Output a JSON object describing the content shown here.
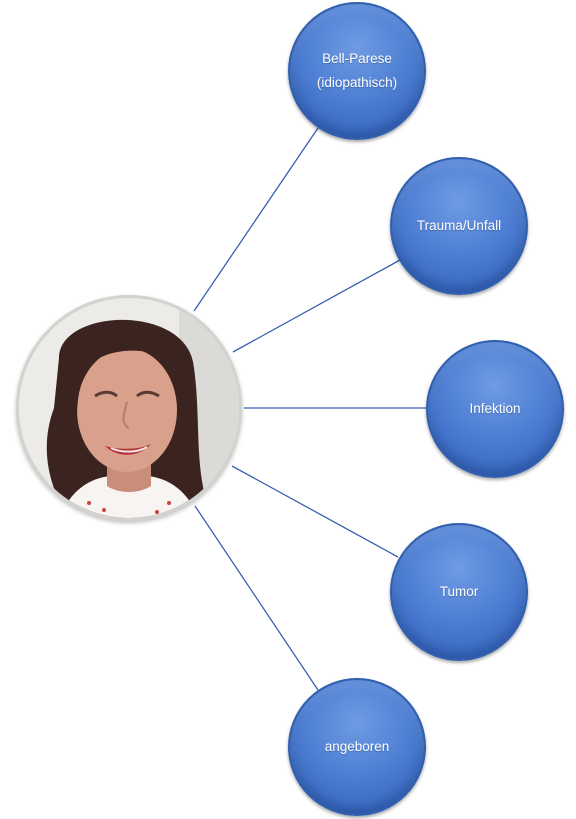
{
  "diagram": {
    "center": {
      "image": "portrait photo of a woman with dark shoulder-length hair",
      "icon": "portrait-photo"
    },
    "nodes": [
      {
        "id": "bell",
        "label": "Bell-Parese\n(idiopathisch)"
      },
      {
        "id": "trauma",
        "label": "Trauma/Unfall"
      },
      {
        "id": "infektion",
        "label": "Infektion"
      },
      {
        "id": "tumor",
        "label": "Tumor"
      },
      {
        "id": "angeboren",
        "label": "angeboren"
      }
    ],
    "colors": {
      "node_fill": "#4f80d4",
      "node_border": "#2f5fae",
      "line": "#3a5fb0",
      "label": "#ffffff"
    }
  }
}
